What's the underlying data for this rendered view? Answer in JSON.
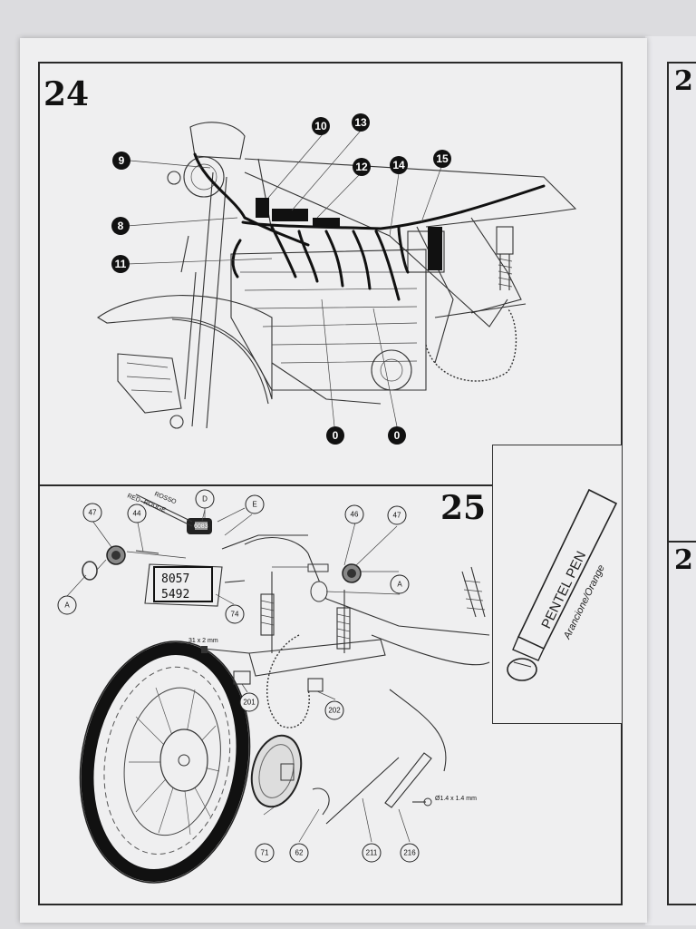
{
  "steps": {
    "top": {
      "number": "24"
    },
    "bottom": {
      "number": "25"
    },
    "right_edge_top": "2",
    "right_edge_bottom": "2"
  },
  "step24_callouts": [
    "9",
    "10",
    "13",
    "8",
    "12",
    "14",
    "15",
    "11",
    "0",
    "0"
  ],
  "step25_labels": {
    "lamp_part": "D",
    "bracket_part": "E",
    "left_lens": "47",
    "rod": "44",
    "lens_cap": "A",
    "right_bolt": "46",
    "right_lens": "47",
    "right_cap": "A",
    "plate_holder": "74",
    "swingarm_left": "201",
    "swingarm_right": "202",
    "hub_cover": "71",
    "chain_clip": "62",
    "brake_rod": "211",
    "brake_arm": "216"
  },
  "wire_labels": {
    "rosso": "ROSSO",
    "red": "RED",
    "rouge": "ROUGE"
  },
  "tail_lamp_label": "6083",
  "license_plate": {
    "line1": "8057",
    "line2": "5492"
  },
  "dimensions": {
    "axle": "31 x 2 mm",
    "pin": "Ø1.4 x 1.4 mm"
  },
  "pen": {
    "brand": "PENTEL PEN",
    "color": "Arancione/Orange"
  }
}
